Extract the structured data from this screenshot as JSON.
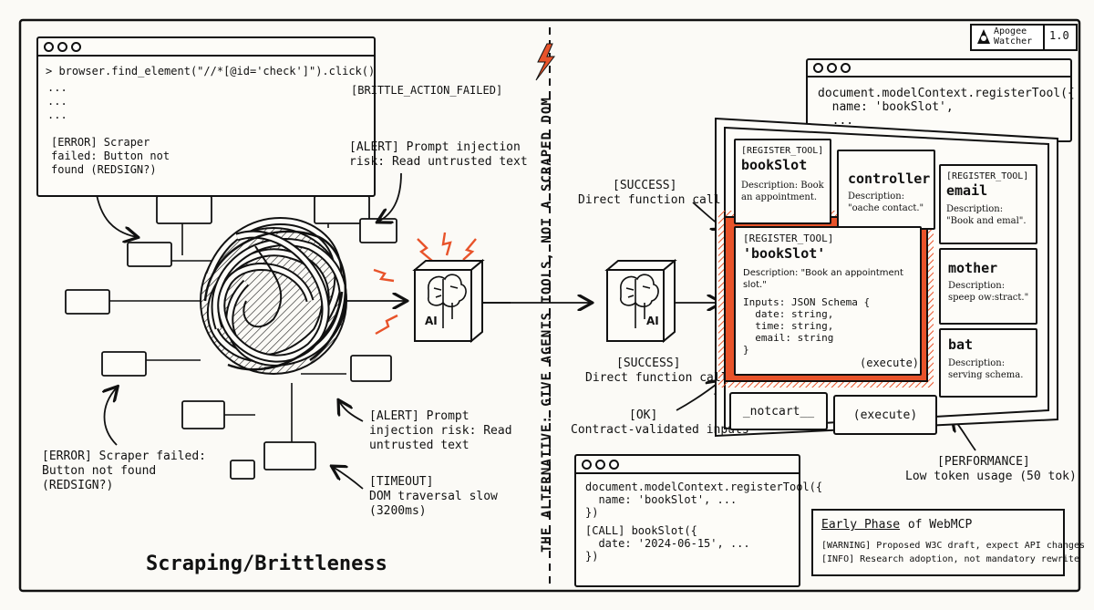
{
  "brand": {
    "name_line1": "Apogee",
    "name_line2": "Watcher",
    "version": "1.0"
  },
  "divider_label": "THE ALTERNATIVE: GIVE AGENTS TOOLS, NOT A SCRAPED DOM",
  "left": {
    "title": "Scraping/Brittleness",
    "terminal": {
      "lines": [
        "> browser.find_element(\"//*[@id='check']\").click()",
        "...",
        "...",
        "..."
      ],
      "error": [
        "[ERROR] Scraper",
        "failed: Button not",
        "found (REDSIGN?)"
      ]
    },
    "labels": {
      "brittle": "[BRITTLE_ACTION_FAILED]",
      "alert_top": [
        "[ALERT] Prompt injection",
        "risk: Read untrusted text"
      ],
      "alert_bottom": [
        "[ALERT] Prompt",
        "injection risk: Read",
        "untrusted text"
      ],
      "timeout": [
        "[TIMEOUT]",
        "DOM traversal slow",
        "(3200ms)"
      ],
      "error_bottom": [
        "[ERROR] Scraper failed:",
        "Button not found",
        "(REDSIGN?)"
      ]
    },
    "ai_label": "AI"
  },
  "right": {
    "ai_label": "AI",
    "success_top": [
      "[SUCCESS]",
      "Direct function call"
    ],
    "success_bottom": [
      "[SUCCESS]",
      "Direct function call"
    ],
    "ok": [
      "[OK]",
      "Contract-validated inputs"
    ],
    "performance": [
      "[PERFORMANCE]",
      "Low token usage (50 tok)"
    ],
    "back_window": [
      "document.modelContext.registerTool({",
      "  name: 'bookSlot',",
      "  ..."
    ],
    "cards": {
      "bookslot_small": {
        "tag": "[REGISTER_TOOL]",
        "name": "bookSlot",
        "desc": [
          "Description: Book",
          "an appointment."
        ]
      },
      "controller": {
        "name": "controller",
        "desc": [
          "Description:",
          "\"oache contact.\""
        ]
      },
      "email": {
        "tag": "[REGISTER_TOOL]",
        "name": "email",
        "desc": [
          "Description:",
          "\"Book and emal\"."
        ]
      },
      "mother": {
        "name": "mother",
        "desc": [
          "Description:",
          "speep ow:stract.\""
        ]
      },
      "bat": {
        "name": "bat",
        "desc": [
          "Description:",
          "serving schema."
        ]
      },
      "main": {
        "tag": "[REGISTER_TOOL]",
        "name": "'bookSlot'",
        "desc": [
          "Description: \"Book an appointment",
          "slot.\""
        ],
        "inputs": [
          "Inputs: JSON Schema {",
          "  date: string,",
          "  time: string,",
          "  email: string",
          "}"
        ],
        "execute": "(execute)"
      },
      "notcart": "_notcart__",
      "execute2": "(execute)"
    },
    "code_window": [
      "document.modelContext.registerTool({",
      "  name: 'bookSlot', ...",
      "})",
      "",
      "[CALL] bookSlot({",
      "  date: '2024-06-15', ...",
      "})"
    ],
    "early": {
      "title_underlined": "Early Phase",
      "title_rest": " of WebMCP",
      "warning": "[WARNING] Proposed W3C draft, expect API changes",
      "info": "[INFO] Research adoption, not mandatory rewrite"
    }
  },
  "colors": {
    "accent": "#e8532a",
    "ink": "#111111",
    "paper": "#fbfaf6"
  }
}
